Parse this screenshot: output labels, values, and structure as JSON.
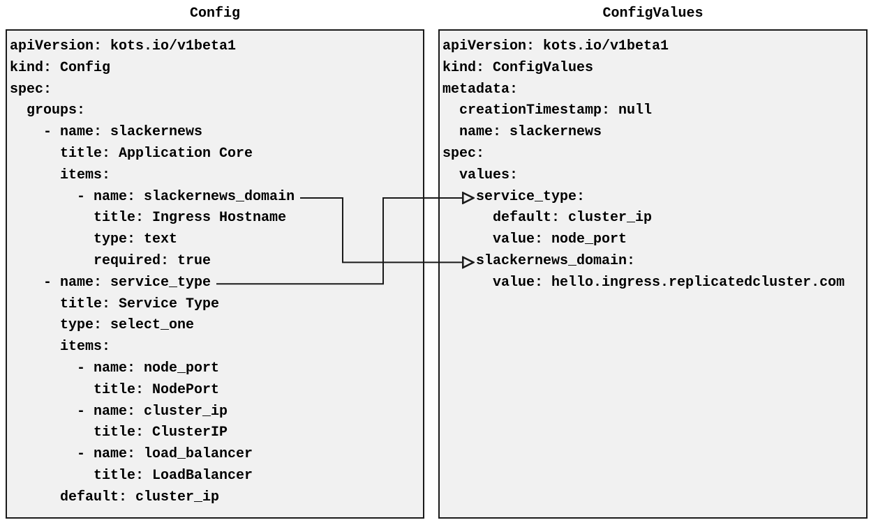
{
  "diagram": {
    "left_panel": {
      "title": "Config",
      "yaml_lines": [
        "apiVersion: kots.io/v1beta1",
        "kind: Config",
        "spec:",
        "  groups:",
        "    - name: slackernews",
        "      title: Application Core",
        "      items:",
        "        - name: slackernews_domain",
        "          title: Ingress Hostname",
        "          type: text",
        "          required: true",
        "    - name: service_type",
        "      title: Service Type",
        "      type: select_one",
        "      items:",
        "        - name: node_port",
        "          title: NodePort",
        "        - name: cluster_ip",
        "          title: ClusterIP",
        "        - name: load_balancer",
        "          title: LoadBalancer",
        "      default: cluster_ip"
      ]
    },
    "right_panel": {
      "title": "ConfigValues",
      "yaml_lines": [
        "apiVersion: kots.io/v1beta1",
        "kind: ConfigValues",
        "metadata:",
        "  creationTimestamp: null",
        "  name: slackernews",
        "spec:",
        "  values:",
        "    service_type:",
        "      default: cluster_ip",
        "      value: node_port",
        "    slackernews_domain:",
        "      value: hello.ingress.replicatedcluster.com"
      ]
    },
    "connections": [
      {
        "label": "Config item slackernews_domain maps to ConfigValues values.slackernews_domain"
      },
      {
        "label": "Config item service_type maps to ConfigValues values.service_type"
      }
    ],
    "colors": {
      "panel_bg": "#f1f1f1",
      "border": "#1a1a1a",
      "text": "#000000",
      "connector": "#1a1a1a"
    }
  }
}
